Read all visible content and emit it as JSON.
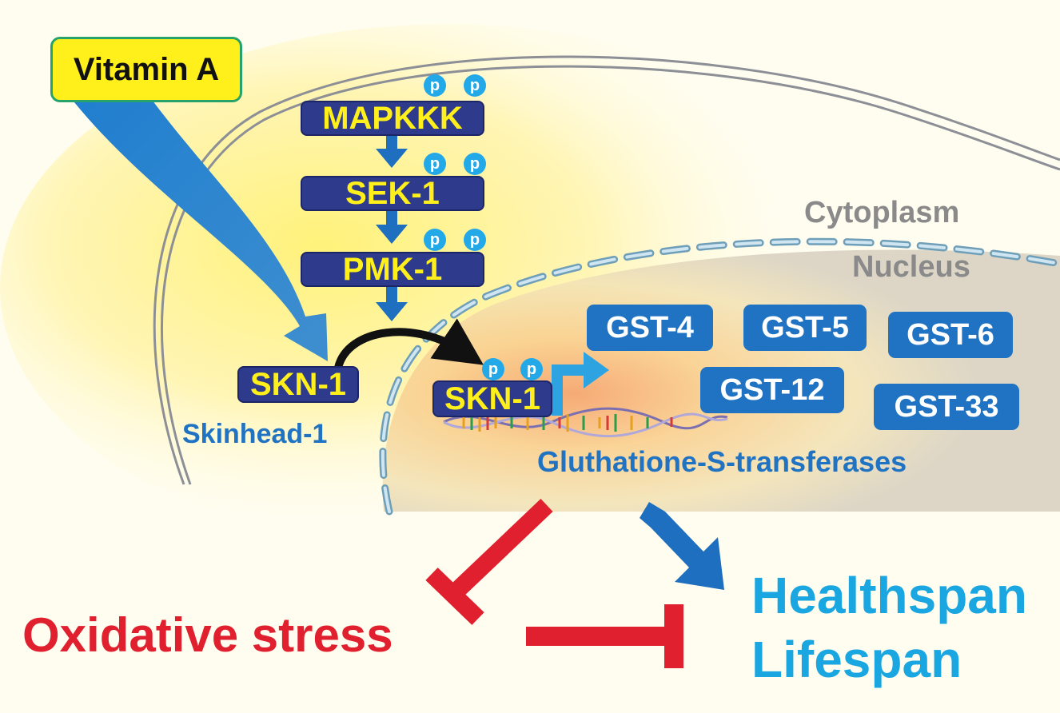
{
  "vitamin": "Vitamin A",
  "kinases": [
    "MAPKKK",
    "SEK-1",
    "PMK-1"
  ],
  "phospho": "p",
  "skn1": "SKN-1",
  "skinhead": "Skinhead-1",
  "skn1_nuclear": "SKN-1",
  "compartments": {
    "cytoplasm": "Cytoplasm",
    "nucleus": "Nucleus"
  },
  "gsts": [
    "GST-4",
    "GST-5",
    "GST-6",
    "GST-12",
    "GST-33"
  ],
  "gst_family": "Gluthatione-S-transferases",
  "stress": "Oxidative stress",
  "outcomes": [
    "Healthspan",
    "Lifespan"
  ],
  "colors": {
    "activate": "#1e6fbf",
    "inhibit": "#e0202e",
    "kinase_bg": "#2e3a8c",
    "kinase_text": "#ffef1a",
    "gst_bg": "#1f73c2",
    "outcome": "#1aa6e0"
  }
}
